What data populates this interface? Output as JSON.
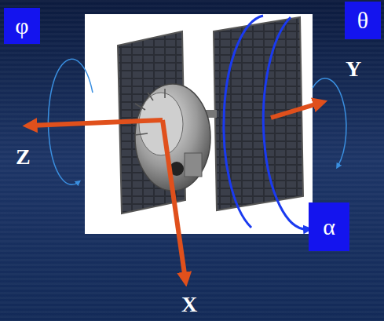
{
  "diagram": {
    "nodes": [
      {
        "text": [
          "φ"
        ]
      },
      {
        "text": [
          "θ"
        ]
      },
      {
        "text": [
          "α"
        ]
      }
    ],
    "labels": [
      "Y",
      "Z",
      "X"
    ]
  }
}
